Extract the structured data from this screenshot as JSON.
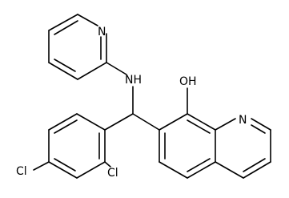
{
  "structure": {
    "labels": {
      "pyridine_n": "N",
      "amine_nh": "NH",
      "hydroxyl": "OH",
      "quinoline_n": "N",
      "chloro_1": "Cl",
      "chloro_2": "Cl"
    }
  }
}
